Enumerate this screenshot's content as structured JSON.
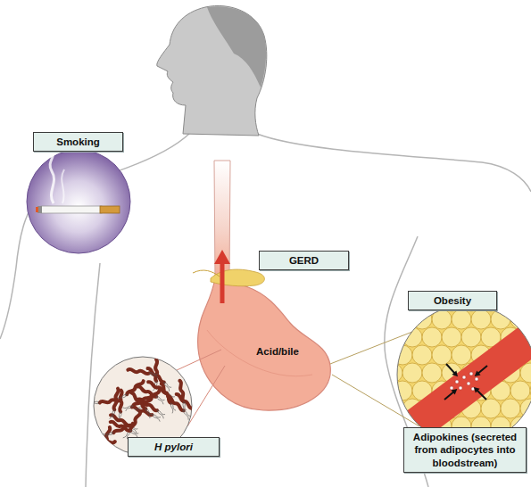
{
  "diagram": {
    "nodes": [
      {
        "text": [
          "Smoking"
        ]
      },
      {
        "text": [
          "GERD"
        ]
      },
      {
        "text": [
          "Obesity"
        ]
      },
      {
        "text": [
          "Adipokines (secreted from adipocytes into bloodstream)"
        ]
      },
      {
        "text": [
          "H pylori"
        ]
      }
    ],
    "labels": [
      "Acid/bile"
    ]
  }
}
